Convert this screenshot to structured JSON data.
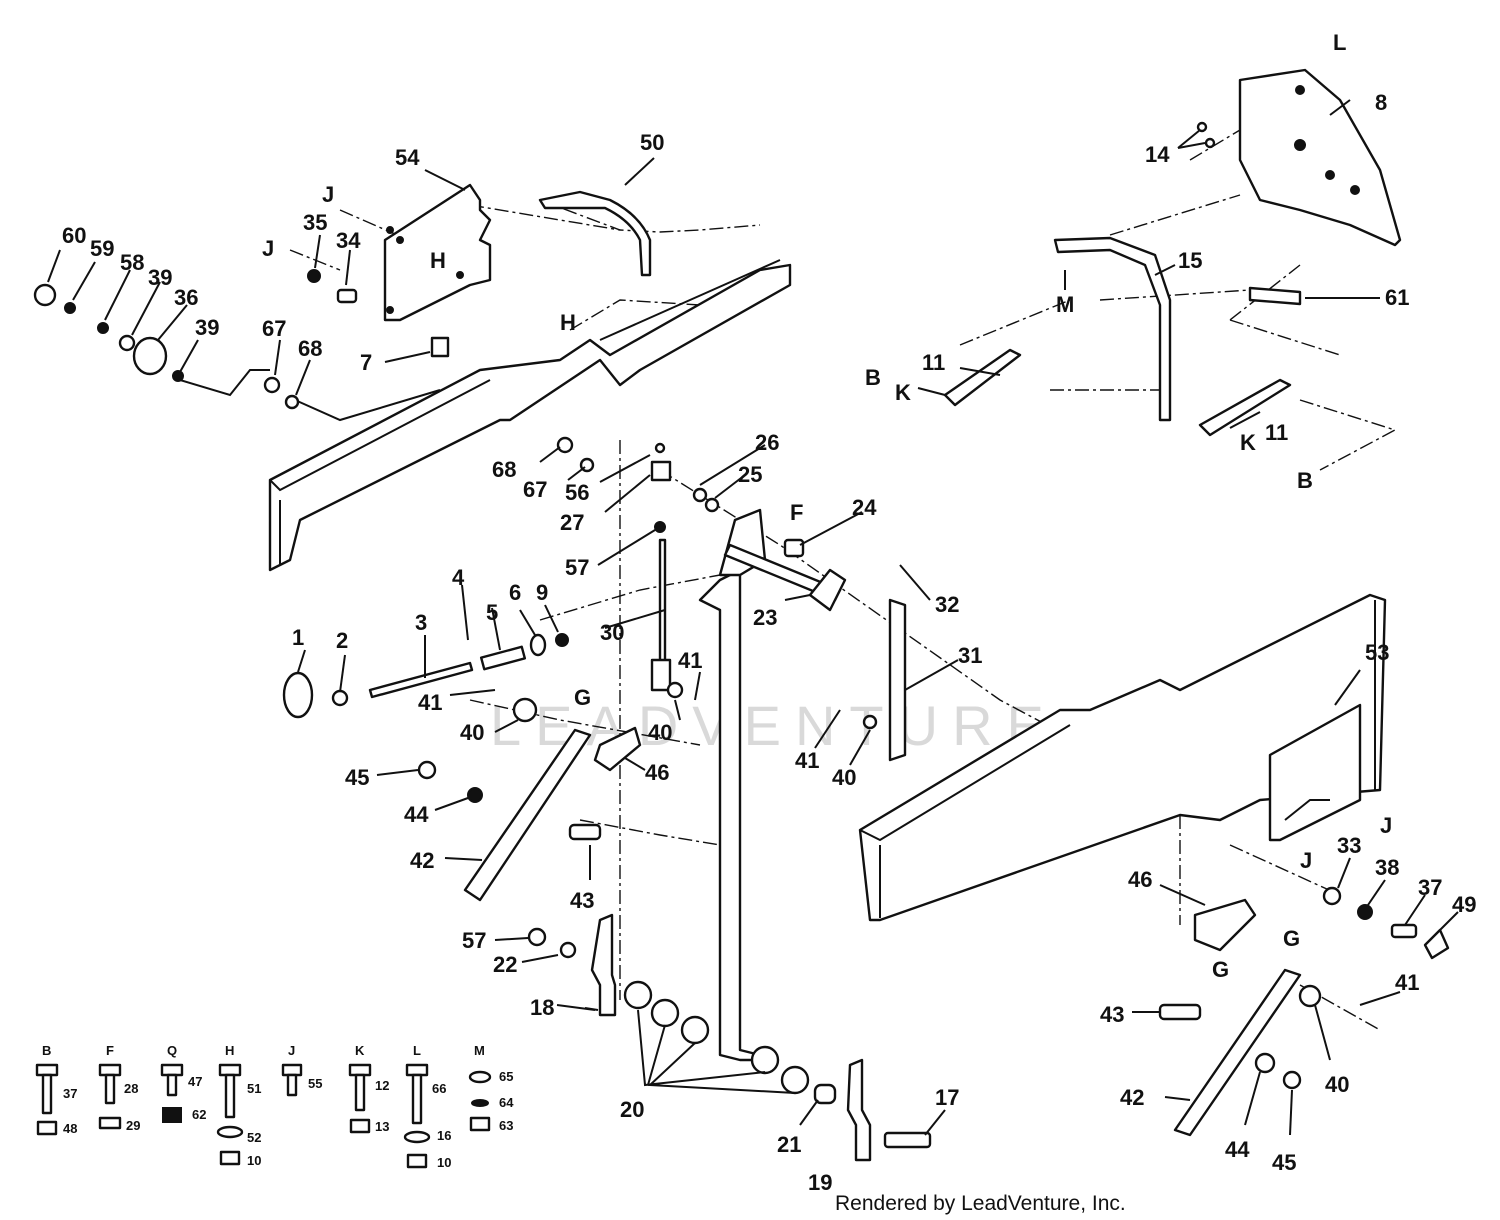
{
  "watermark": "LEADVENTURE",
  "footer": "Rendered by LeadVenture, Inc.",
  "callouts": [
    "1",
    "2",
    "3",
    "4",
    "5",
    "6",
    "9",
    "7",
    "8",
    "11",
    "11",
    "14",
    "15",
    "17",
    "18",
    "19",
    "20",
    "21",
    "22",
    "23",
    "24",
    "25",
    "26",
    "27",
    "30",
    "31",
    "32",
    "33",
    "34",
    "35",
    "36",
    "37",
    "38",
    "39",
    "39",
    "40",
    "40",
    "40",
    "40",
    "41",
    "41",
    "41",
    "41",
    "42",
    "42",
    "43",
    "43",
    "44",
    "44",
    "45",
    "45",
    "46",
    "46",
    "49",
    "50",
    "53",
    "54",
    "56",
    "57",
    "57",
    "58",
    "59",
    "60",
    "61",
    "67",
    "67",
    "68",
    "68"
  ],
  "ref_letters": [
    "B",
    "B",
    "F",
    "G",
    "G",
    "G",
    "H",
    "H",
    "J",
    "J",
    "J",
    "J",
    "K",
    "K",
    "L",
    "M"
  ],
  "hardware_key": [
    {
      "letter": "B",
      "parts": [
        "37",
        "48"
      ]
    },
    {
      "letter": "F",
      "parts": [
        "28",
        "29"
      ]
    },
    {
      "letter": "Q",
      "parts": [
        "47",
        "62"
      ]
    },
    {
      "letter": "H",
      "parts": [
        "51",
        "52",
        "10"
      ]
    },
    {
      "letter": "J",
      "parts": [
        "55"
      ]
    },
    {
      "letter": "K",
      "parts": [
        "12",
        "13"
      ]
    },
    {
      "letter": "L",
      "parts": [
        "66",
        "16",
        "10"
      ]
    },
    {
      "letter": "M",
      "parts": [
        "65",
        "64",
        "63"
      ]
    }
  ]
}
